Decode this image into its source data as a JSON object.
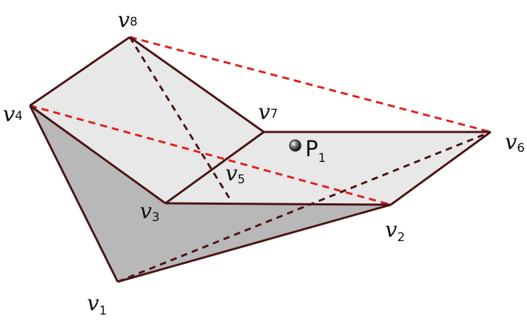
{
  "figure": {
    "vertices": [
      {
        "id": "v1",
        "base": "v",
        "index": "1"
      },
      {
        "id": "v2",
        "base": "v",
        "index": "2"
      },
      {
        "id": "v3",
        "base": "v",
        "index": "3"
      },
      {
        "id": "v4",
        "base": "v",
        "index": "4"
      },
      {
        "id": "v5",
        "base": "v",
        "index": "5"
      },
      {
        "id": "v6",
        "base": "v",
        "index": "6"
      },
      {
        "id": "v7",
        "base": "v",
        "index": "7"
      },
      {
        "id": "v8",
        "base": "v",
        "index": "8"
      }
    ],
    "point": {
      "base": "P",
      "index": "1"
    },
    "colors": {
      "edge": "#4a1414",
      "hidden_edge": "#4a1414",
      "hull_edge": "#e02020",
      "light_face": "#e8e8e8",
      "dark_face": "#b8b8b8",
      "point": "#333333"
    }
  }
}
